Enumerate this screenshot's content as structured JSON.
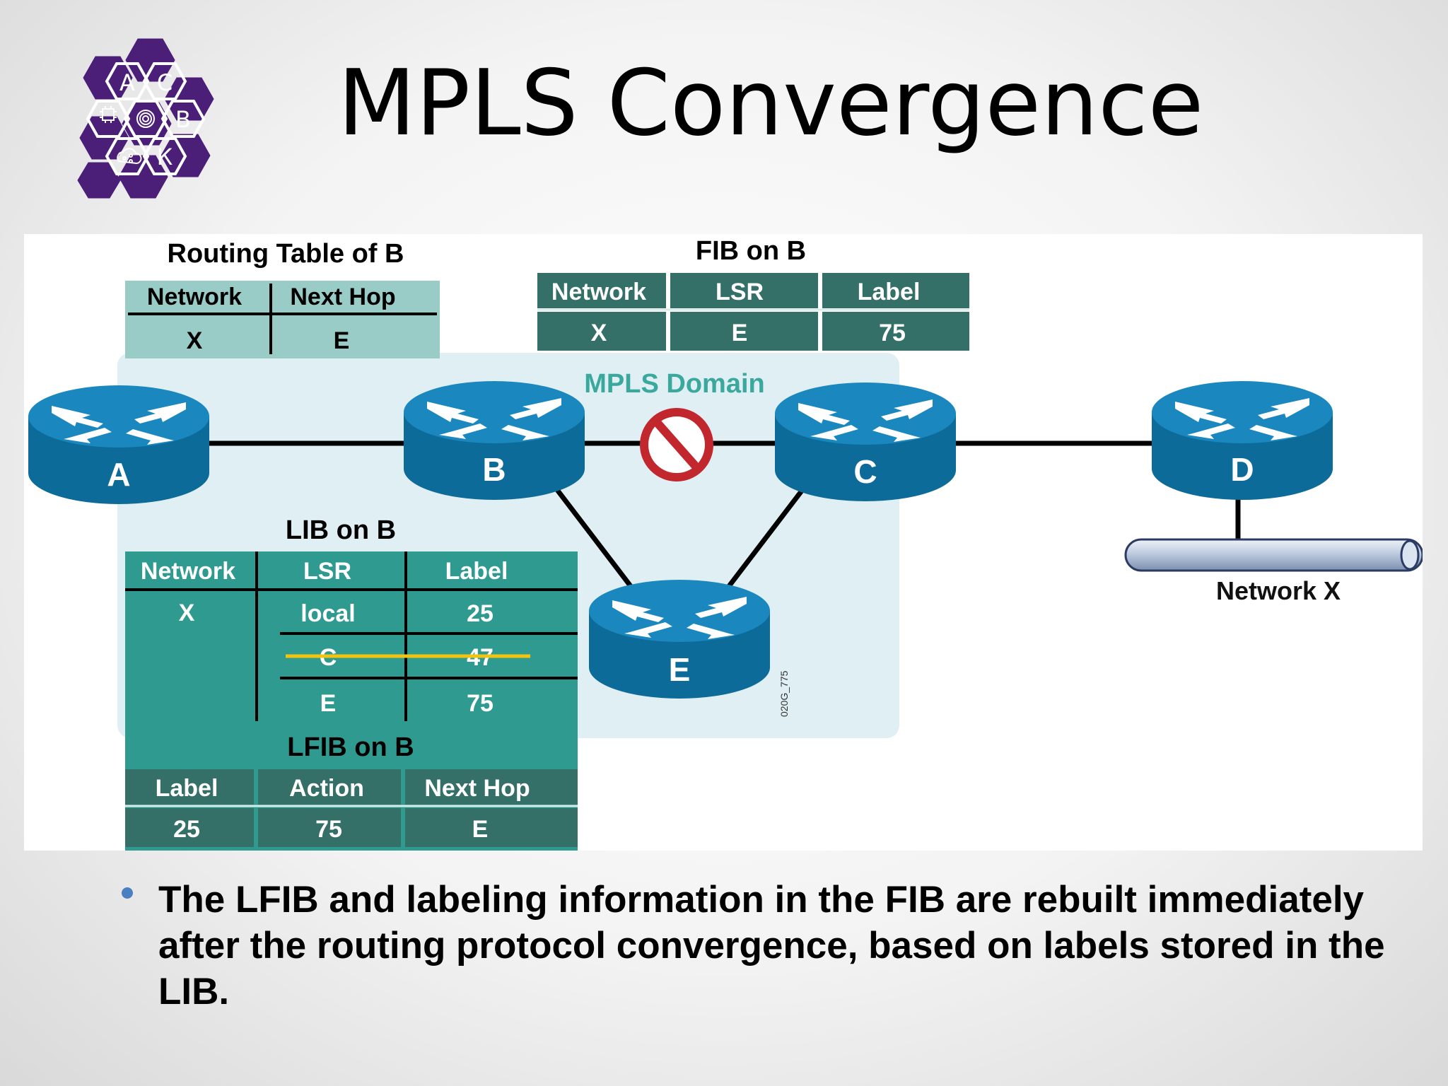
{
  "slide": {
    "title": "MPLS Convergence",
    "bullet": "The LFIB and labeling information in the FIB are rebuilt immediately after the  routing protocol convergence, based on labels stored in the LIB."
  },
  "logo": {
    "letters": [
      "А",
      "С",
      "В",
      "К"
    ],
    "icons": [
      "chip-icon",
      "fingerprint-icon",
      "cloud-share-icon"
    ],
    "color": "#4b1e78"
  },
  "diagram": {
    "domain_label": "MPLS Domain",
    "figure_code": "020G_775",
    "network_label": "Network X",
    "routers": [
      {
        "id": "A",
        "label": "A"
      },
      {
        "id": "B",
        "label": "B"
      },
      {
        "id": "C",
        "label": "C"
      },
      {
        "id": "D",
        "label": "D"
      },
      {
        "id": "E",
        "label": "E"
      }
    ],
    "links": [
      [
        "A",
        "B"
      ],
      [
        "B",
        "C"
      ],
      [
        "C",
        "D"
      ],
      [
        "B",
        "E"
      ],
      [
        "C",
        "E"
      ],
      [
        "D",
        "Network X"
      ]
    ],
    "failed_link": [
      "B",
      "C"
    ],
    "routing_table": {
      "title": "Routing Table of B",
      "headers": [
        "Network",
        "Next Hop"
      ],
      "rows": [
        [
          "X",
          "E"
        ]
      ]
    },
    "fib": {
      "title": "FIB on B",
      "headers": [
        "Network",
        "LSR",
        "Label"
      ],
      "rows": [
        [
          "X",
          "E",
          "75"
        ]
      ]
    },
    "lib": {
      "title": "LIB on B",
      "headers": [
        "Network",
        "LSR",
        "Label"
      ],
      "network": "X",
      "rows": [
        [
          "local",
          "25"
        ],
        [
          "C",
          "47"
        ],
        [
          "E",
          "75"
        ]
      ],
      "struck_row": 1
    },
    "lfib": {
      "title": "LFIB on B",
      "headers": [
        "Label",
        "Action",
        "Next Hop"
      ],
      "rows": [
        [
          "25",
          "75",
          "E"
        ]
      ]
    },
    "colors": {
      "domain_bg": "#dfeff3",
      "table_dark": "#2f9a90",
      "table_darker": "#357068",
      "table_light": "#99ccc6",
      "router_blue": "#1a87bf",
      "router_dark": "#0d6b9a",
      "strike": "#f2c40f",
      "no_sign": "#c1272d"
    }
  }
}
